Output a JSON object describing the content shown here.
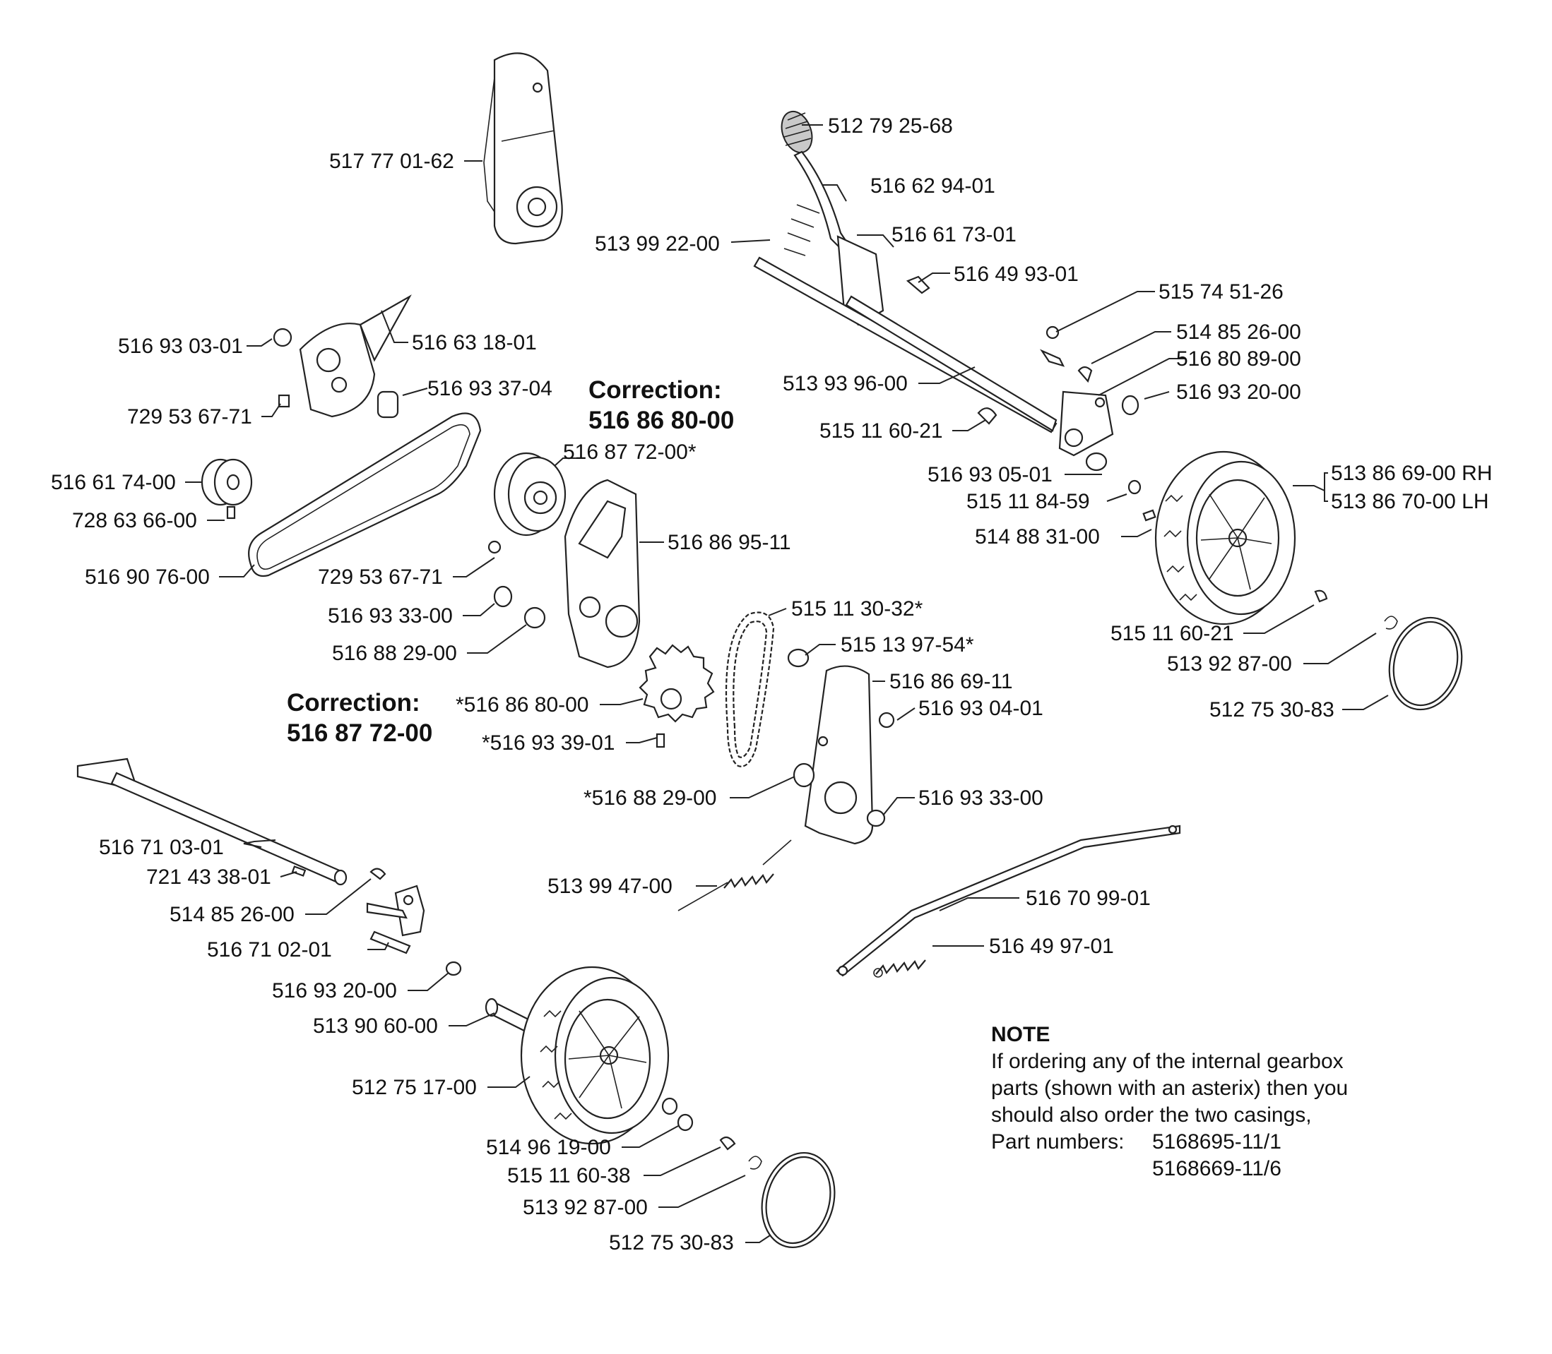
{
  "part_labels": {
    "p517770162": "517 77 01-62",
    "p512792568": "512 79 25-68",
    "p516629401": "516 62 94-01",
    "p513992200": "513 99 22-00",
    "p516617301": "516 61 73-01",
    "p516499301": "516 49 93-01",
    "p515745126": "515 74 51-26",
    "p514852600a": "514 85 26-00",
    "p516808900": "516 80 89-00",
    "p513939600": "513 93 96-00",
    "p516932000a": "516 93 20-00",
    "p515116021a": "515 11 60-21",
    "p516930501": "516 93 05-01",
    "p515118459": "515 11 84-59",
    "p514883100": "514 88 31-00",
    "p513866900": "513 86 69-00 RH",
    "p513867000": "513 86 70-00 LH",
    "p515116021b": "515 11 60-21",
    "p513928700a": "513 92 87-00",
    "p512753083a": "512 75 30-83",
    "p516930301": "516 93 03-01",
    "p516631801": "516 63 18-01",
    "p516933704": "516 93 37-04",
    "p729536771a": "729 53 67-71",
    "p516617400": "516 61 74-00",
    "p516877200": "516 87 72-00*",
    "p728636600": "728 63 66-00",
    "p516869511": "516 86 95-11",
    "p516907600": "516 90 76-00",
    "p729536771b": "729 53 67-71",
    "p516933300a": "516 93 33-00",
    "p516882900": "516 88 29-00",
    "p515113032": "515 11 30-32*",
    "p515139754": "515 13 97-54*",
    "p516866911": "516 86 69-11",
    "p516930401": "516 93 04-01",
    "p516868000": "*516 86 80-00",
    "p516933901": "*516 93 39-01",
    "p516882900b": "*516 88 29-00",
    "p516933300b": "516 93 33-00",
    "p516710301": "516 71 03-01",
    "p721433801": "721 43 38-01",
    "p514852600b": "514 85 26-00",
    "p516710201": "516 71 02-01",
    "p516932000b": "516 93 20-00",
    "p513906000": "513 90 60-00",
    "p512751700": "512 75 17-00",
    "p514961900": "514 96 19-00",
    "p515116038": "515 11 60-38",
    "p513928700b": "513 92 87-00",
    "p512753083b": "512 75 30-83",
    "p513994700": "513 99 47-00",
    "p516709901": "516 70 99-01",
    "p516499701": "516 49 97-01"
  },
  "corrections": {
    "top_title": "Correction:",
    "top_number": "516 86 80-00",
    "bottom_title": "Correction:",
    "bottom_number": "516 87 72-00"
  },
  "note": {
    "title": "NOTE",
    "line1": "If ordering any of the internal gearbox",
    "line2": "parts (shown with an asterix) then you",
    "line3": "should also order the two casings,",
    "pn_key": "Part numbers:",
    "pn_1": "5168695-11/1",
    "pn_2": "5168669-11/6"
  }
}
